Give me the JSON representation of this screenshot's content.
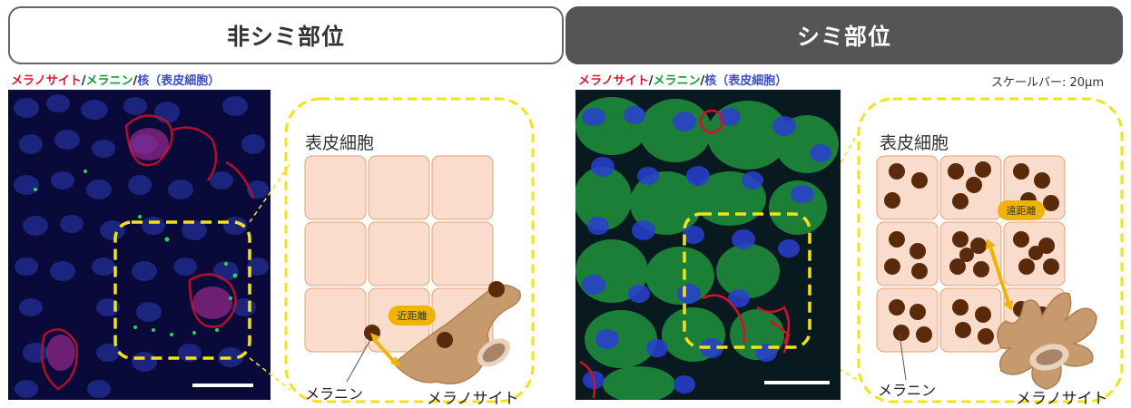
{
  "panels": {
    "left": {
      "title": "非シミ部位",
      "stain_legend": {
        "melanocyte": "メラノサイト",
        "melanin": "メラニン",
        "nucleus": "核（表皮細胞）",
        "sep": "/"
      },
      "diagram": {
        "epidermal_cell_label": "表皮細胞",
        "distance_label": "近距離",
        "melanin_label": "メラニン",
        "melanocyte_label": "メラノサイト"
      }
    },
    "right": {
      "title": "シミ部位",
      "stain_legend": {
        "melanocyte": "メラノサイト",
        "melanin": "メラニン",
        "nucleus": "核（表皮細胞）",
        "sep": "/"
      },
      "scale_bar_label": "スケールバー: 20μm",
      "diagram": {
        "epidermal_cell_label": "表皮細胞",
        "distance_label": "遠距離",
        "melanin_label": "メラニン",
        "melanocyte_label": "メラノサイト"
      }
    }
  },
  "colors": {
    "melanocyte_red": "#e0142b",
    "melanin_green": "#1a9a3a",
    "nucleus_blue": "#3a4fc8",
    "highlight_yellow": "#f2e21a",
    "cell_fill": "#f9dccb",
    "cell_stroke": "#e8a27a",
    "melanin_brown": "#5a2a0a",
    "melanocyte_tan": "#c79a6e",
    "badge_orange": "#f0b400"
  }
}
